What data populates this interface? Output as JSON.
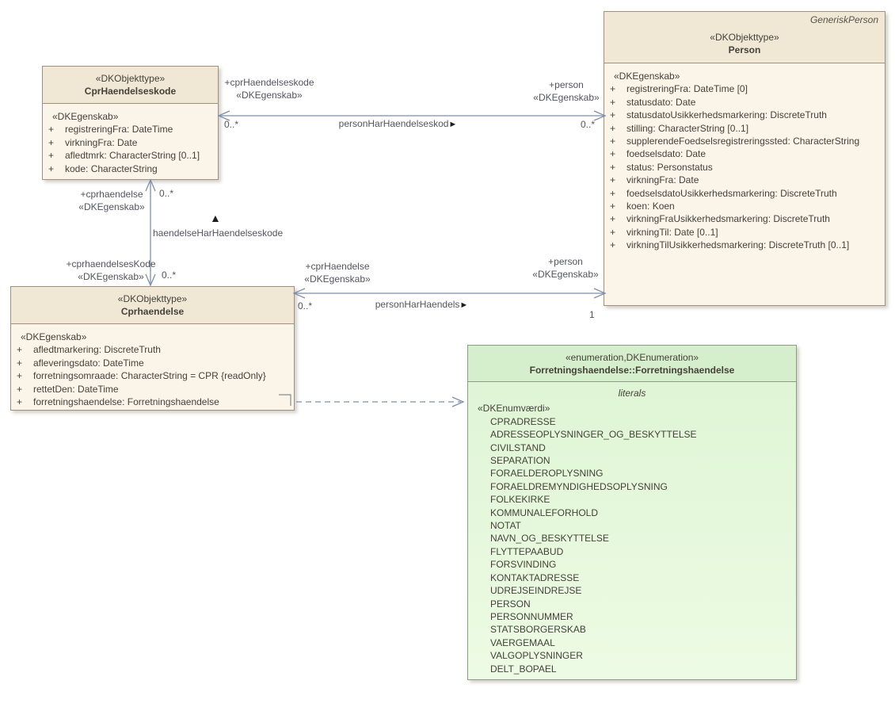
{
  "classes": {
    "cprHaendelseskode": {
      "stereotype": "«DKObjekttype»",
      "name": "CprHaendelseskode",
      "attr_heading": "«DKEgenskab»",
      "attributes": [
        {
          "vis": "+",
          "text": "registreringFra: DateTime"
        },
        {
          "vis": "+",
          "text": "virkningFra: Date"
        },
        {
          "vis": "+",
          "text": "afledtmrk: CharacterString [0..1]"
        },
        {
          "vis": "+",
          "text": "kode: CharacterString"
        }
      ]
    },
    "person": {
      "annotation": "GeneriskPerson",
      "stereotype": "«DKObjekttype»",
      "name": "Person",
      "attr_heading": "«DKEgenskab»",
      "attributes": [
        {
          "vis": "+",
          "text": "registreringFra: DateTime [0]"
        },
        {
          "vis": "+",
          "text": "statusdato: Date"
        },
        {
          "vis": "+",
          "text": "statusdatoUsikkerhedsmarkering: DiscreteTruth"
        },
        {
          "vis": "+",
          "text": "stilling: CharacterString [0..1]"
        },
        {
          "vis": "+",
          "text": "supplerendeFoedselsregistreringssted: CharacterString"
        },
        {
          "vis": "+",
          "text": "foedselsdato: Date"
        },
        {
          "vis": "+",
          "text": "status: Personstatus"
        },
        {
          "vis": "+",
          "text": "virkningFra: Date"
        },
        {
          "vis": "+",
          "text": "foedselsdatoUsikkerhedsmarkering: DiscreteTruth"
        },
        {
          "vis": "+",
          "text": "koen: Koen"
        },
        {
          "vis": "+",
          "text": "virkningFraUsikkerhedsmarkering: DiscreteTruth"
        },
        {
          "vis": "+",
          "text": "virkningTil: Date [0..1]"
        },
        {
          "vis": "+",
          "text": "virkningTilUsikkerhedsmarkering: DiscreteTruth [0..1]"
        }
      ]
    },
    "cprhaendelse": {
      "stereotype": "«DKObjekttype»",
      "name": "Cprhaendelse",
      "attr_heading": "«DKEgenskab»",
      "attributes": [
        {
          "vis": "+",
          "text": "afledtmarkering: DiscreteTruth"
        },
        {
          "vis": "+",
          "text": "afleveringsdato: DateTime"
        },
        {
          "vis": "+",
          "text": "forretningsomraade: CharacterString = CPR {readOnly}"
        },
        {
          "vis": "+",
          "text": "rettetDen: DateTime"
        },
        {
          "vis": "+",
          "text": "forretningshaendelse: Forretningshaendelse"
        }
      ]
    }
  },
  "enumeration": {
    "stereotype": "«enumeration,DKEnumeration»",
    "name": "Forretningshaendelse::Forretningshaendelse",
    "compartment_label": "literals",
    "values_heading": "«DKEnumværdi»",
    "literals": [
      "CPRADRESSE",
      "ADRESSEOPLYSNINGER_OG_BESKYTTELSE",
      "CIVILSTAND",
      "SEPARATION",
      "FORAELDEROPLYSNING",
      "FORAELDREMYNDIGHEDSOPLYSNING",
      "FOLKEKIRKE",
      "KOMMUNALEFORHOLD",
      "NOTAT",
      "NAVN_OG_BESKYTTELSE",
      "FLYTTEPAABUD",
      "FORSVINDING",
      "KONTAKTADRESSE",
      "UDREJSEINDREJSE",
      "PERSON",
      "PERSONNUMMER",
      "STATSBORGERSKAB",
      "VAERGEMAAL",
      "VALGOPLYSNINGER",
      "DELT_BOPAEL"
    ]
  },
  "connectors": {
    "person_har_haendelseskode": {
      "name": "personHarHaendelseskod",
      "direction_glyph": "►",
      "source_role": "+cprHaendelseskode",
      "source_stereotype": "«DKEgenskab»",
      "source_multiplicity": "0..*",
      "target_role": "+person",
      "target_stereotype": "«DKEgenskab»",
      "target_multiplicity": "0..*"
    },
    "haendelse_har_haendelseskode": {
      "name": "haendelseHarHaendelseskode",
      "direction_glyph": "▲",
      "top_role": "+cprhaendelse",
      "top_stereotype": "«DKEgenskab»",
      "top_multiplicity": "0..*",
      "bottom_role": "+cprhaendelsesKode",
      "bottom_stereotype": "«DKEgenskab»",
      "bottom_multiplicity": "0..*"
    },
    "person_har_haendelse": {
      "name": "personHarHaendels",
      "direction_glyph": "►",
      "source_role": "+cprHaendelse",
      "source_stereotype": "«DKEgenskab»",
      "source_multiplicity": "0..*",
      "target_role": "+person",
      "target_stereotype": "«DKEgenskab»",
      "target_multiplicity": "1"
    }
  },
  "colors": {
    "connector_line": "#7E8EAC",
    "class_border": "#A2907C",
    "class_header_fill": "#F1E7D5",
    "class_body_fill": "#FAF5E8",
    "enum_border": "#8C9C86",
    "enum_header_fill": "#D5EECB",
    "enum_body_fill_top": "#DFF5D5",
    "enum_body_fill_bottom": "#EDFBE4",
    "label_text": "#53545E",
    "direction_arrow_color": "#1E1E1E"
  }
}
